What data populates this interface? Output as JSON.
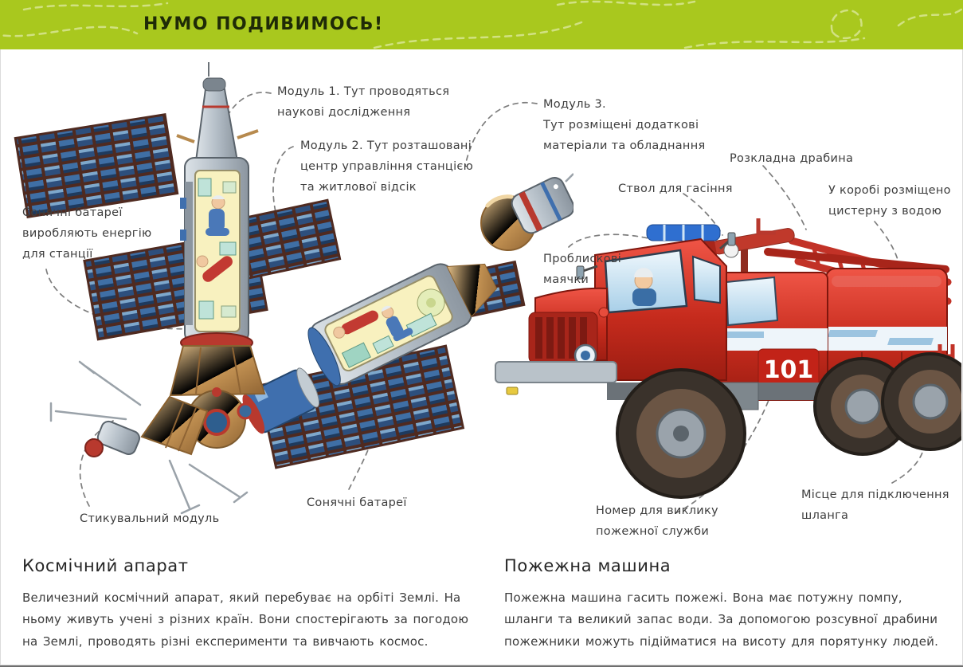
{
  "header": {
    "title": "НУМО ПОДИВИМОСЬ!"
  },
  "colors": {
    "header_green": "#a9c81e",
    "header_swirl": "#d6e48d",
    "truck_red": "#cf2c1f",
    "truck_number_bg": "#c22318",
    "solar_panel_blue": "#2d4f7d",
    "leader_gray": "#7d7d7d",
    "label_text": "#3e3e3e"
  },
  "station": {
    "labels": {
      "module1": "Модуль 1. Тут проводяться\nнаукові дослідження",
      "module2": "Модуль 2. Тут розташовані\nцентр управління станцією\nта житлової відсік",
      "module3": "Модуль 3.\nТут розміщені додаткові\nматеріали та обладнання",
      "solar_left": "Сонячні батареї\nвиробляють енергію\nдля станції",
      "docking": "Стикувальний модуль",
      "solar_bottom": "Сонячні батареї"
    },
    "section": {
      "title": "Космічний апарат",
      "body": "Величезний космічний апарат, який перебуває на орбіті Землі. На ньому живуть учені з різних країн. Вони спостерігають за погодою на Землі, проводять різні експерименти та вивчають космос."
    }
  },
  "truck": {
    "labels": {
      "ladder": "Розкладна драбина",
      "monitor": "Ствол для гасіння",
      "tank": "У коробі розміщено\nцистерну з водою",
      "beacons": "Проблискові\nмаячки",
      "number": "Номер для виклику\nпожежної служби",
      "hose": "Місце для підключення\nшланга"
    },
    "truck_number": "101",
    "section": {
      "title": "Пожежна машина",
      "body": "Пожежна машина гасить пожежі. Вона має потужну помпу, шланги та великий запас води. За допомогою розсувної драбини пожежники можуть підійматися на висоту для порятунку людей."
    }
  }
}
